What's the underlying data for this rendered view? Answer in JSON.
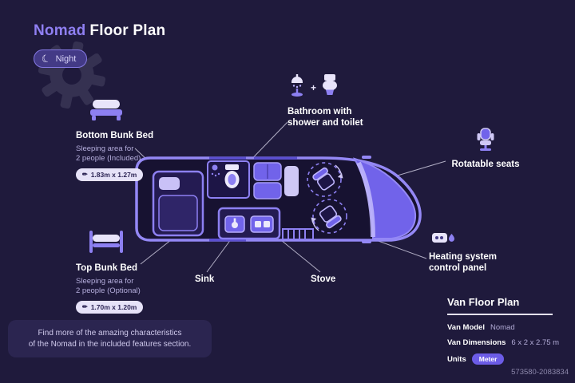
{
  "page": {
    "title_accent": "Nomad",
    "title_rest": "Floor Plan",
    "mode_label": "Night",
    "watermark_id": "573580-2083834"
  },
  "icons": {
    "moon": "☾",
    "plus": "+",
    "pencil": "✏"
  },
  "annotations": {
    "bottom_bunk": {
      "title": "Bottom Bunk Bed",
      "sub1": "Sleeping area for",
      "sub2": "2 people (Included)",
      "dims": "1.83m x 1.27m"
    },
    "top_bunk": {
      "title": "Top Bunk Bed",
      "sub1": "Sleeping area for",
      "sub2": "2 people (Optional)",
      "dims": "1.70m x 1.20m"
    },
    "bathroom": {
      "line1": "Bathroom with",
      "line2": "shower and toilet"
    },
    "rotatable_seats": {
      "label": "Rotatable seats"
    },
    "heating": {
      "line1": "Heating system",
      "line2": "control panel"
    },
    "sink": {
      "label": "Sink"
    },
    "stove": {
      "label": "Stove"
    }
  },
  "note": {
    "line1": "Find more of the amazing characteristics",
    "line2": "of the Nomad in the included features section."
  },
  "spec_panel": {
    "title": "Van Floor Plan",
    "rows": [
      {
        "label": "Van Model",
        "value": "Nomad"
      },
      {
        "label": "Van Dimensions",
        "value": "6 x 2 x 2.75 m"
      },
      {
        "label": "Units",
        "value": "Meter"
      }
    ]
  },
  "colors": {
    "background": "#1f1a3c",
    "accent_purple": "#8f7ff2",
    "van_purple": "#7163ea",
    "outline_purple": "#9488f5",
    "light_lavender": "#e8e4fa",
    "badge_bg": "#e6e2f8",
    "note_bg": "#2b2550",
    "meter_badge": "#6c5ce7"
  }
}
